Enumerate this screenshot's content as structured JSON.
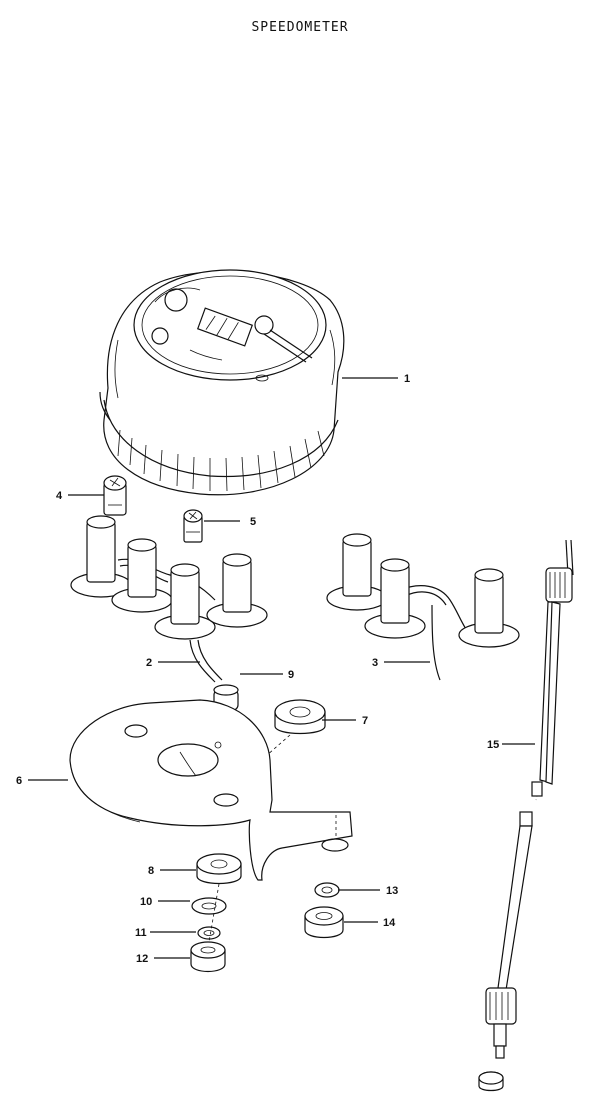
{
  "title": "SPEEDOMETER",
  "callouts": [
    {
      "id": "1",
      "part": "speedometer"
    },
    {
      "id": "2",
      "part": "socket-cluster-left"
    },
    {
      "id": "3",
      "part": "socket-cluster-right"
    },
    {
      "id": "4",
      "part": "bulb-large"
    },
    {
      "id": "5",
      "part": "bulb-small"
    },
    {
      "id": "6",
      "part": "mounting-bracket"
    },
    {
      "id": "7",
      "part": "grommet"
    },
    {
      "id": "8",
      "part": "rubber-cushion"
    },
    {
      "id": "9",
      "part": "rubber-cap"
    },
    {
      "id": "10",
      "part": "washer"
    },
    {
      "id": "11",
      "part": "lock-washer"
    },
    {
      "id": "12",
      "part": "nut"
    },
    {
      "id": "13",
      "part": "lock-washer"
    },
    {
      "id": "14",
      "part": "nut"
    },
    {
      "id": "15",
      "part": "speedometer-cable"
    }
  ]
}
